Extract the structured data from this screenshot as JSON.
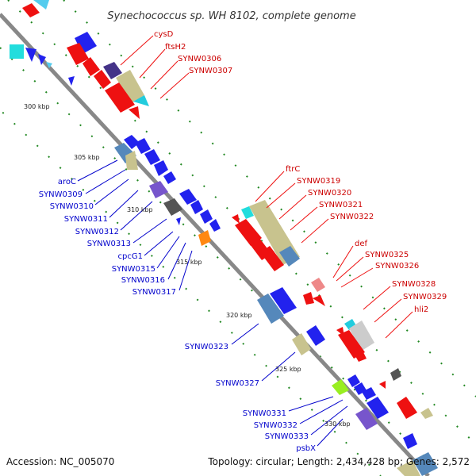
{
  "title": "Synechococcus sp. WH 8102, complete genome",
  "footer": {
    "accession": "Accession: NC_005070",
    "topology": "Topology: circular; Length: 2,434,428 bp; Genes: 2,572"
  },
  "colors": {
    "forward_label": "#cc0000",
    "reverse_label": "#0000cc",
    "backbone": "#888888",
    "tick": "#228822"
  },
  "kbp_labels": [
    "300 kbp",
    "305 kbp",
    "310 kbp",
    "315 kbp",
    "320 kbp",
    "325 kbp",
    "330 kbp"
  ],
  "forward_labels": [
    "cysD",
    "ftsH2",
    "SYNW0306",
    "SYNW0307",
    "ftrC",
    "SYNW0319",
    "SYNW0320",
    "SYNW0321",
    "SYNW0322",
    "def",
    "SYNW0325",
    "SYNW0326",
    "SYNW0328",
    "SYNW0329",
    "hli2"
  ],
  "reverse_labels": [
    "aroC",
    "SYNW0309",
    "SYNW0310",
    "SYNW0311",
    "SYNW0312",
    "SYNW0313",
    "cpcG1",
    "SYNW0315",
    "SYNW0316",
    "SYNW0317",
    "SYNW0323",
    "SYNW0327",
    "SYNW0331",
    "SYNW0332",
    "SYNW0333",
    "psbX"
  ]
}
